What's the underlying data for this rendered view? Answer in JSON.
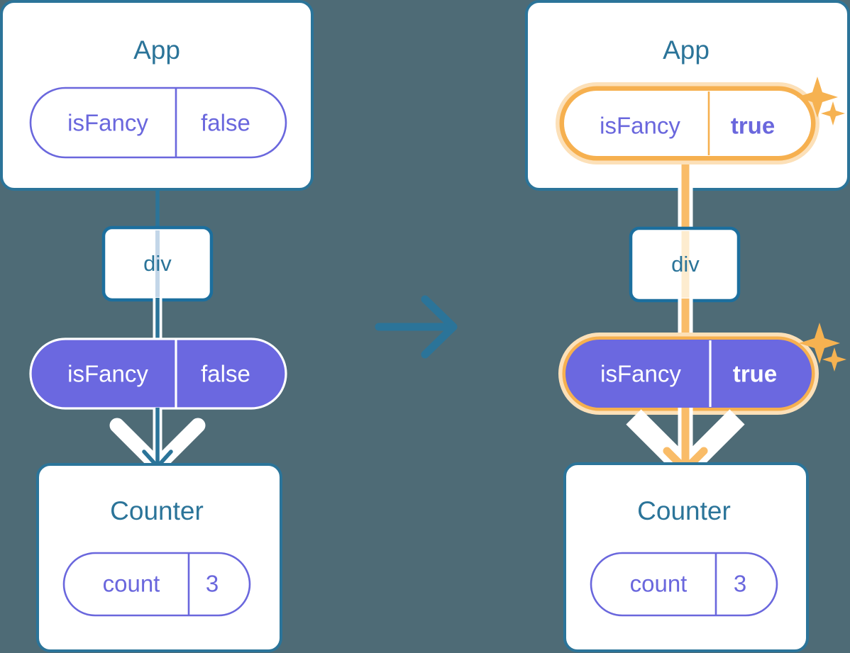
{
  "background_color": "#4e6b76",
  "colors": {
    "card_border": "#2b7499",
    "card_fill": "#ffffff",
    "title_text": "#2b7499",
    "pill_purple": "#6b68e0",
    "pill_outline_stroke": "#6a67dd",
    "highlight_ring_inner": "#f6b04f",
    "highlight_ring_outer": "#fce0b8",
    "wire_blue": "#2b7499",
    "wire_orange": "#f9bc68",
    "sparkle": "#f6b251"
  },
  "transition_arrow": {
    "icon": "arrow-right-icon",
    "color": "#2b7499",
    "direction": "right"
  },
  "panels": [
    {
      "id": "before",
      "app_card": {
        "title": "App",
        "state_pill": {
          "key": "isFancy",
          "value": "false",
          "style": "outline",
          "highlighted": false,
          "value_bold": false
        }
      },
      "div_node": {
        "label": "div"
      },
      "prop_pill": {
        "key": "isFancy",
        "value": "false",
        "style": "solid",
        "highlighted": false,
        "value_bold": false
      },
      "counter_card": {
        "title": "Counter",
        "state_pill": {
          "key": "count",
          "value": "3",
          "style": "outline",
          "highlighted": false,
          "value_bold": false
        }
      },
      "wire_color": "#2b7499",
      "sparkles": false
    },
    {
      "id": "after",
      "app_card": {
        "title": "App",
        "state_pill": {
          "key": "isFancy",
          "value": "true",
          "style": "outline",
          "highlighted": true,
          "value_bold": true
        }
      },
      "div_node": {
        "label": "div"
      },
      "prop_pill": {
        "key": "isFancy",
        "value": "true",
        "style": "solid",
        "highlighted": true,
        "value_bold": true
      },
      "counter_card": {
        "title": "Counter",
        "state_pill": {
          "key": "count",
          "value": "3",
          "style": "outline",
          "highlighted": false,
          "value_bold": false
        }
      },
      "wire_color": "#f9bc68",
      "sparkles": true
    }
  ]
}
